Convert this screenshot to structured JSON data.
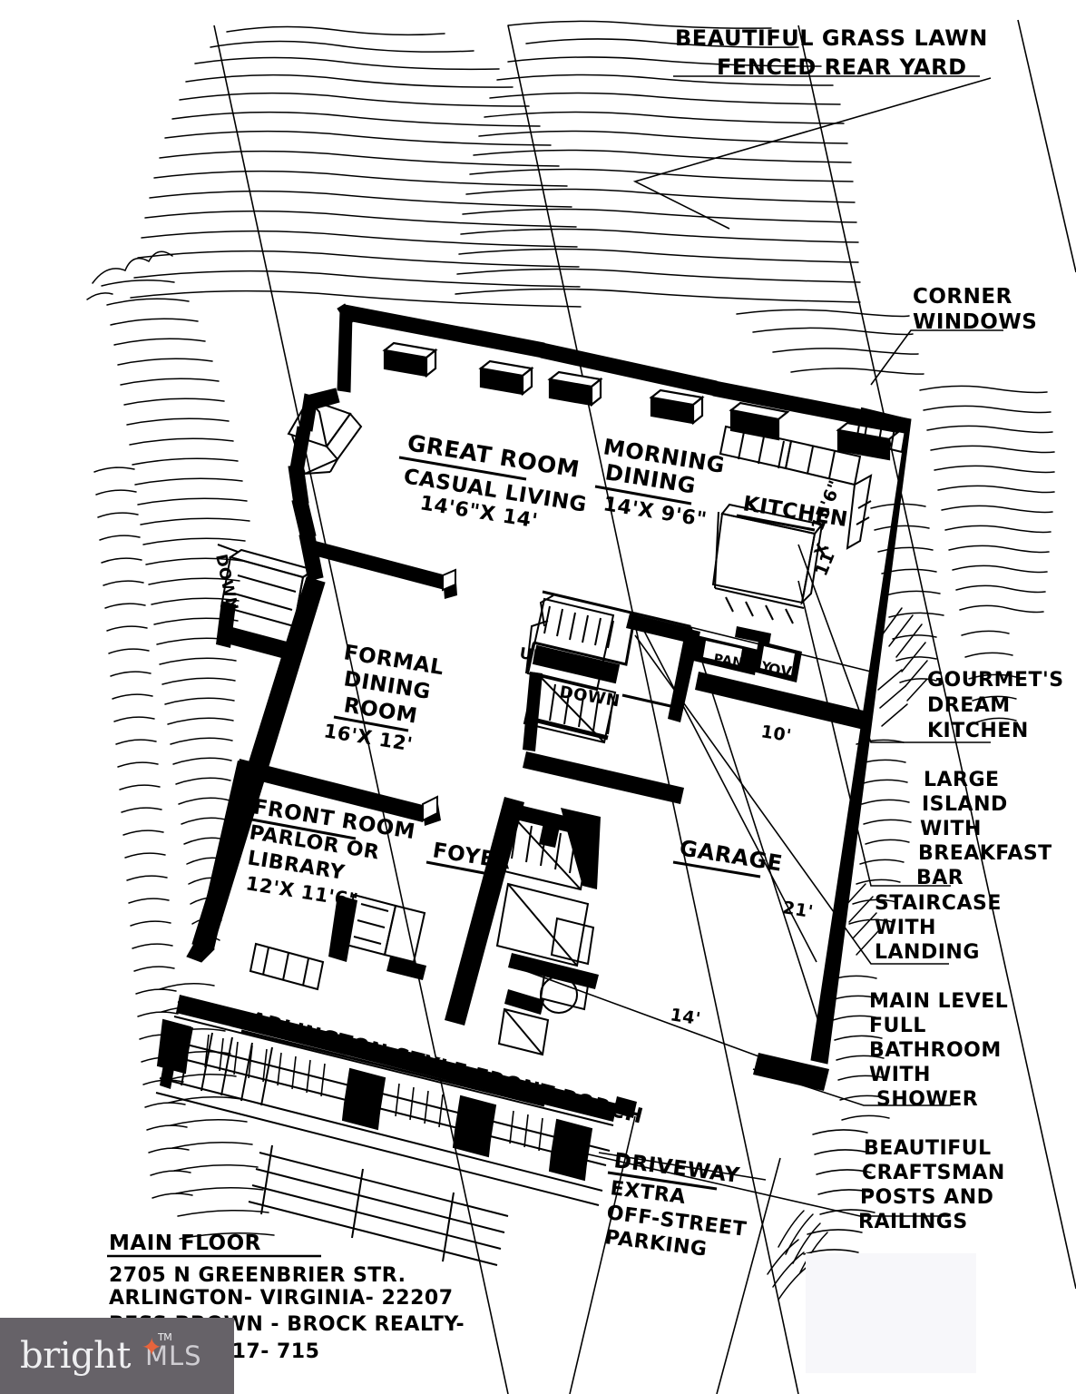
{
  "document": {
    "kind": "hand-drawn architectural floor plan sketch",
    "title_block": {
      "floor_label": "MAIN FLOOR",
      "address_line1": "2705 N GREENBRIER STR.",
      "address_line2": "ARLINGTON- VIRGINIA- 22207",
      "agency_line": "BESS BROWN - BROCK REALTY-",
      "date_line": "1- 17- 715"
    }
  },
  "rooms": [
    {
      "id": "great-room",
      "name": "GREAT ROOM",
      "subtitle": "CASUAL LIVING",
      "dimensions": "14'6\"x 14'"
    },
    {
      "id": "morning-dining",
      "name": "MORNING\nDINING",
      "subtitle": "",
      "dimensions": "14'x 9'6\""
    },
    {
      "id": "kitchen",
      "name": "KITCHEN",
      "subtitle": "",
      "dimensions": "15'6\" x 11'"
    },
    {
      "id": "formal-dining",
      "name": "FORMAL\nDINING\nROOM",
      "subtitle": "",
      "dimensions": "16'x 12'"
    },
    {
      "id": "front-room",
      "name": "FRONT ROOM",
      "subtitle": "PARLOR OR LIBRARY",
      "dimensions": "12'x 11'6\""
    },
    {
      "id": "foyer",
      "name": "FOYER",
      "subtitle": "",
      "dimensions": ""
    },
    {
      "id": "garage",
      "name": "GARAGE",
      "subtitle": "",
      "dimensions": ""
    }
  ],
  "room_labels": {
    "great_room": "GREAT ROOM",
    "great_room_sub": "CASUAL LIVING",
    "great_room_dim": "14'6\"x 14'",
    "morning_line1": "MORNING",
    "morning_line2": "DINING",
    "morning_dim": "14'x 9'6\"",
    "kitchen": "KITCHEN",
    "kitchen_dim_l1": "15'6\"",
    "kitchen_dim_l2": "x",
    "kitchen_dim_l3": "11'",
    "formal_l1": "FORMAL",
    "formal_l2": "DINING",
    "formal_l3": "ROOM",
    "formal_dim": "16'x 12'",
    "front_room": "FRONT ROOM",
    "front_room_l2": "PARLOR OR",
    "front_room_l3": "LIBRARY",
    "front_room_dim": "12'x 11'6\"",
    "foyer": "FOYER",
    "garage": "GARAGE",
    "pantry": "PANTRY",
    "oven": "OV",
    "stair_up": "UP",
    "stair_down": "DOWN",
    "stair_down_left": "DOWN",
    "porch": "ARLINGTON STYLE FRONT PORCH"
  },
  "dimensions": {
    "garage_depth": "10'",
    "garage_length": "21'",
    "garage_width": "14'"
  },
  "callouts": [
    {
      "id": "rear-yard",
      "lines": [
        "BEAUTIFUL GRASS LAWN",
        "FENCED REAR YARD"
      ]
    },
    {
      "id": "corner-windows",
      "lines": [
        "CORNER",
        "WINDOWS"
      ]
    },
    {
      "id": "gourmet-kitchen",
      "lines": [
        "GOURMET'S",
        "DREAM",
        "KITCHEN"
      ]
    },
    {
      "id": "island",
      "lines": [
        "LARGE",
        "ISLAND",
        "WITH",
        "BREAKFAST",
        "BAR"
      ]
    },
    {
      "id": "staircase",
      "lines": [
        "STAIRCASE",
        "WITH",
        "LANDING"
      ]
    },
    {
      "id": "bathroom",
      "lines": [
        "MAIN LEVEL",
        "FULL",
        "BATHROOM",
        "WITH",
        "SHOWER"
      ]
    },
    {
      "id": "craftsman",
      "lines": [
        "BEAUTIFUL",
        "CRAFTSMAN",
        "POSTS AND",
        "RAILINGS"
      ]
    },
    {
      "id": "driveway",
      "lines": [
        "DRIVEWAY",
        "EXTRA",
        "OFF-STREET",
        "PARKING"
      ]
    }
  ],
  "callout_text": {
    "rear_yard_1": "BEAUTIFUL GRASS LAWN",
    "rear_yard_2": "FENCED REAR YARD",
    "corner_1": "CORNER",
    "corner_2": "WINDOWS",
    "gourmet_1": "GOURMET'S",
    "gourmet_2": "DREAM",
    "gourmet_3": "KITCHEN",
    "island_1": "LARGE",
    "island_2": "ISLAND",
    "island_3": "WITH",
    "island_4": "BREAKFAST",
    "island_5": "BAR",
    "stair_1": "STAIRCASE",
    "stair_2": "WITH",
    "stair_3": "LANDING",
    "bath_1": "MAIN LEVEL",
    "bath_2": "FULL",
    "bath_3": "BATHROOM",
    "bath_4": "WITH",
    "bath_5": "SHOWER",
    "craft_1": "BEAUTIFUL",
    "craft_2": "CRAFTSMAN",
    "craft_3": "POSTS AND",
    "craft_4": "RAILINGS",
    "drive_1": "DRIVEWAY",
    "drive_2": "EXTRA",
    "drive_3": "OFF-STREET",
    "drive_4": "PARKING"
  },
  "watermark": {
    "brand": "bright",
    "tm": "TM",
    "suffix": "MLS",
    "bg_color": "#666268",
    "accent_color": "#e8643c"
  },
  "colors": {
    "ink": "#000000",
    "paper": "#ffffff",
    "watermark_bg": "#666268",
    "watermark_accent": "#e8643c"
  }
}
